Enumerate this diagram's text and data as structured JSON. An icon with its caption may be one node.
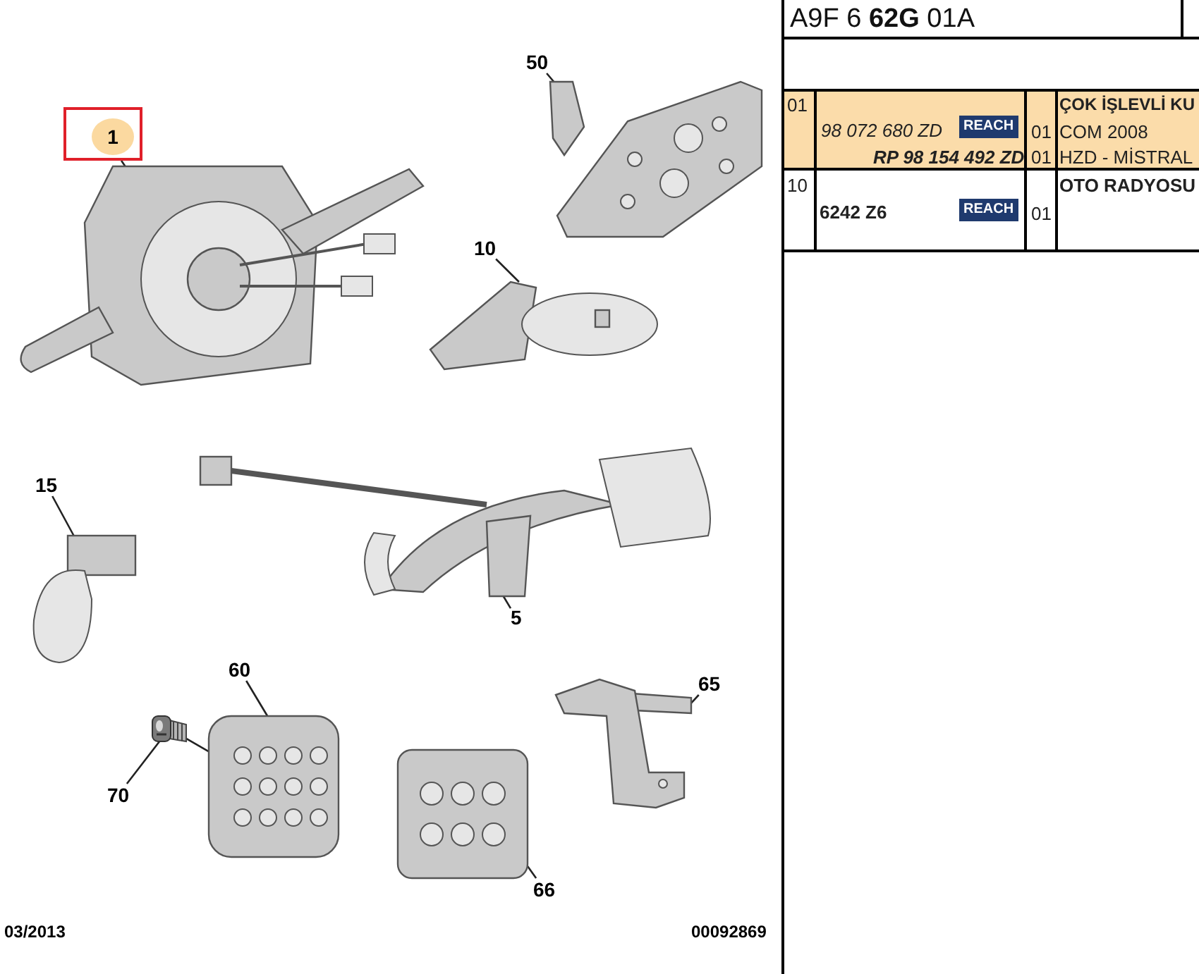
{
  "diagram": {
    "nodes": [
      {
        "text": [
          "1"
        ]
      },
      {
        "text": [],
        "shape": "picture"
      },
      {
        "text": [
          "50"
        ]
      },
      {
        "text": [],
        "shape": "picture"
      },
      {
        "text": [
          "10"
        ]
      },
      {
        "text": [],
        "shape": "picture"
      },
      {
        "text": [
          "15"
        ]
      },
      {
        "text": [],
        "shape": "picture"
      },
      {
        "text": [
          "5"
        ]
      },
      {
        "text": [],
        "shape": "picture"
      },
      {
        "text": [
          "60"
        ]
      },
      {
        "text": [],
        "shape": "picture"
      },
      {
        "text": [
          "65"
        ]
      },
      {
        "text": [],
        "shape": "picture"
      },
      {
        "text": [
          "70"
        ]
      },
      {
        "text": [],
        "shape": "picture"
      },
      {
        "text": [
          "66"
        ]
      },
      {
        "text": [],
        "shape": "picture"
      }
    ],
    "edges": [
      {
        "from": 0,
        "to": 1,
        "arrow": "none"
      },
      {
        "from": 2,
        "to": 3,
        "arrow": "none"
      },
      {
        "from": 4,
        "to": 5,
        "arrow": "none"
      },
      {
        "from": 6,
        "to": 7,
        "arrow": "none"
      },
      {
        "from": 8,
        "to": 9,
        "arrow": "none"
      },
      {
        "from": 10,
        "to": 11,
        "arrow": "none"
      },
      {
        "from": 12,
        "to": 13,
        "arrow": "none"
      },
      {
        "from": 14,
        "to": 15,
        "arrow": "none"
      },
      {
        "from": 15,
        "to": 11,
        "arrow": "none"
      },
      {
        "from": 16,
        "to": 17,
        "arrow": "none"
      }
    ],
    "labels": [
      "A9F 6 **62G** 01A",
      "01",
      "ÇOK İŞLEVLİ KU",
      "98 072 680 ZD",
      "REACH",
      "01",
      "COM 2008",
      "RP 98 154 492 ZD",
      "01",
      "HZD - MİSTRAL",
      "10",
      "OTO RADYOSU",
      "6242 Z6",
      "REACH",
      "01",
      "03/2013",
      "00092869"
    ]
  }
}
